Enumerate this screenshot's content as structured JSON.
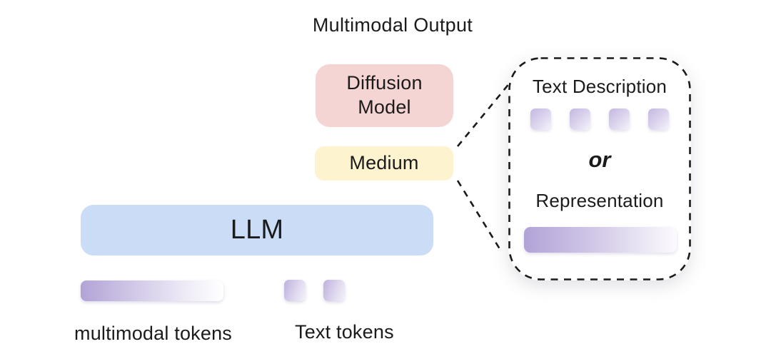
{
  "title": "Multimodal Output",
  "boxes": {
    "diffusion": "Diffusion Model",
    "medium": "Medium",
    "llm": "LLM"
  },
  "labels": {
    "multimodal_tokens": "multimodal tokens",
    "text_tokens": "Text tokens"
  },
  "tokens": {
    "text_token_count": 2,
    "callout_token_count": 4
  },
  "callout": {
    "text_description": "Text Description",
    "or": "or",
    "representation": "Representation"
  },
  "colors": {
    "diffusion_bg": "#f5d5d4",
    "medium_bg": "#fdf3cf",
    "llm_bg": "#cbdcf7",
    "token_purple": "#b2a3d7",
    "text": "#1b1b1b",
    "dash": "#1a1a1a"
  }
}
